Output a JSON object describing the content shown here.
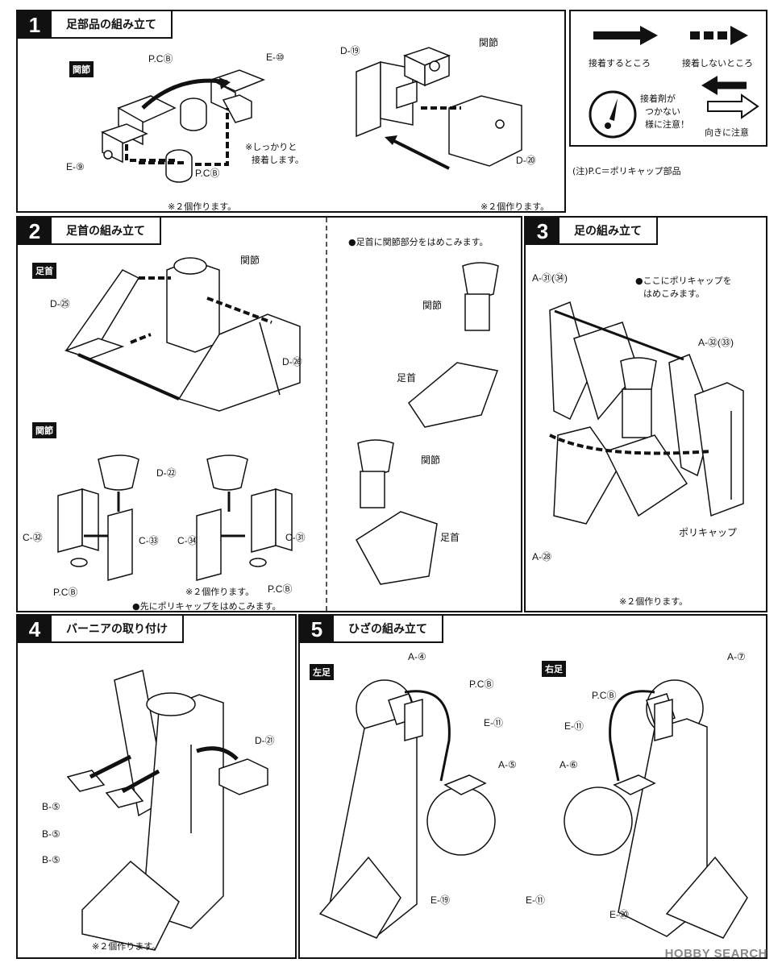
{
  "steps": {
    "s1": {
      "num": "1",
      "title": "足部品の組み立て"
    },
    "s2": {
      "num": "2",
      "title": "足首の組み立て"
    },
    "s3": {
      "num": "3",
      "title": "足の組み立て"
    },
    "s4": {
      "num": "4",
      "title": "バーニアの取り付け"
    },
    "s5": {
      "num": "5",
      "title": "ひざの組み立て"
    }
  },
  "legend": {
    "glue": "接着するところ",
    "noglue": "接着しないところ",
    "warning_lines": [
      "接着剤が",
      "つかない",
      "様に注意！"
    ],
    "direction": "向きに注意"
  },
  "panel1": {
    "tag": "関節",
    "labels": {
      "e10": "E-⑩",
      "e9": "E-⑨",
      "pcb1": "P.CⒷ",
      "pcb2": "P.CⒷ",
      "d19": "D-⑲",
      "d20": "D-⑳",
      "kansetsu": "関節"
    },
    "note_glue": [
      "※しっかりと",
      "接着します。"
    ],
    "footnote": "(注)P.C＝ポリキャップ部品",
    "make2_left": "※２個作ります。",
    "make2_right": "※２個作ります。"
  },
  "panel2": {
    "tag_ankle": "足首",
    "tag_joint": "関節",
    "labels": {
      "d25": "D-㉕",
      "d26": "D-㉖",
      "d22": "D-㉒",
      "c32": "C-㉜",
      "c33": "C-㉝",
      "c34": "C-㉞",
      "c31": "C-㉛",
      "kansetsu": "関節",
      "pcb_l": "P.CⒷ",
      "pcb_r": "P.CⒷ"
    },
    "make2": "※２個作ります。",
    "note_poly": "●先にポリキャップをはめこみます。"
  },
  "panel2b": {
    "note": "●足首に関節部分をはめこみます。",
    "kansetsu1": "関節",
    "ashikubi1": "足首",
    "kansetsu2": "関節",
    "ashikubi2": "足首"
  },
  "panel3": {
    "labels": {
      "a31": "A-㉛(㉞)",
      "a32": "A-㉜(㉝)",
      "a28": "A-㉘",
      "poly": "ポリキャップ"
    },
    "note": [
      "●ここにポリキャップを",
      "はめこみます。"
    ],
    "make2": "※２個作ります。"
  },
  "panel4": {
    "labels": {
      "d21": "D-㉑",
      "b5a": "B-⑤",
      "b5b": "B-⑤",
      "b5c": "B-⑤"
    },
    "make2": "※２個作ります。"
  },
  "panel5": {
    "tag_left": "左足",
    "tag_right": "右足",
    "labels": {
      "a4": "A-④",
      "a7": "A-⑦",
      "a5": "A-⑤",
      "a6": "A-⑥",
      "e11a": "E-⑪",
      "e11b": "E-⑪",
      "e11c": "E-⑪",
      "e19": "E-⑲",
      "e20": "E-⑳",
      "pcb_l": "P.CⒷ",
      "pcb_r": "P.CⒷ"
    }
  },
  "watermark": "HOBBY SEARCH"
}
